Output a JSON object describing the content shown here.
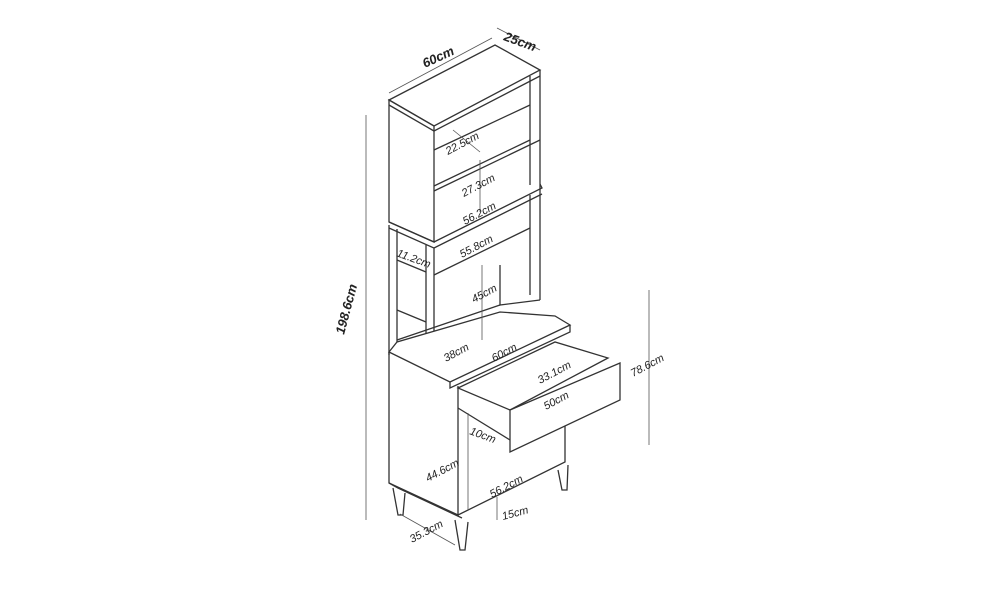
{
  "dimensions": {
    "top_width": "60cm",
    "top_depth": "25cm",
    "shelf_upper_depth": "22.5cm",
    "shelf_gap": "27.3cm",
    "hutch_inner_width": "56.2cm",
    "frame_inner_width": "55.8cm",
    "frame_rail_height": "11.2cm",
    "desk_clearance": "45cm",
    "total_height": "198.6cm",
    "desk_depth": "38cm",
    "desk_width": "60cm",
    "drawer_depth": "33.1cm",
    "drawer_width": "50cm",
    "desk_height": "78.6cm",
    "drawer_height": "10cm",
    "cabinet_inner_height": "44.6cm",
    "cabinet_inner_width": "56.2cm",
    "leg_height": "15cm",
    "base_depth": "35.3cm"
  }
}
